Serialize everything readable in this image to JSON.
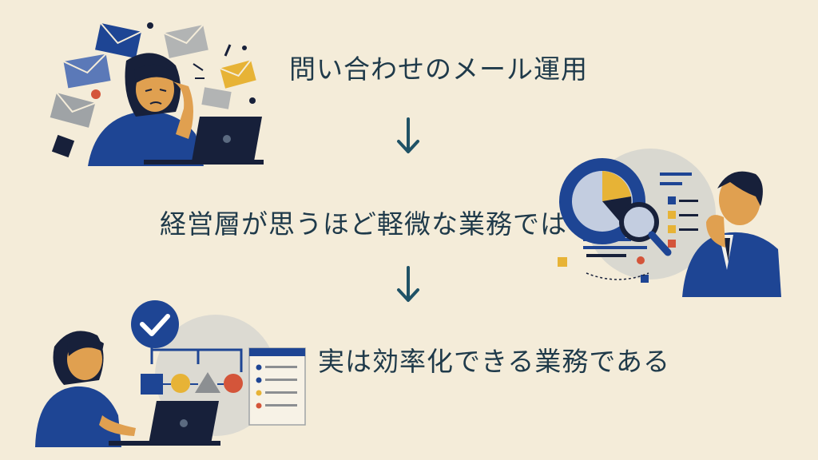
{
  "slide": {
    "line1": "問い合わせのメール運用",
    "line2": "経営層が思うほど軽微な業務ではない",
    "line3": "実は効率化できる業務である"
  },
  "colors": {
    "background": "#f4ecd9",
    "text": "#1f3a4a",
    "arrow": "#1f5266",
    "navy": "#1e4594",
    "skin": "#e0a050",
    "yellow": "#e7b336",
    "red": "#d4553a",
    "gray": "#9fa3a6",
    "dark": "#17203a"
  },
  "icons": [
    "stressed-person-icon",
    "email-icon",
    "down-arrow-icon",
    "analyst-icon",
    "magnifier-icon",
    "pie-chart-icon",
    "workflow-icon",
    "checkmark-icon",
    "checklist-icon"
  ]
}
